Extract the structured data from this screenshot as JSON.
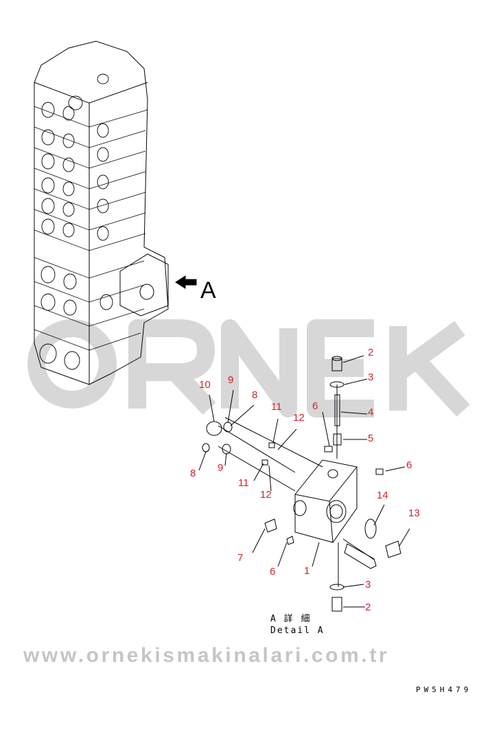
{
  "view_label": "A",
  "caption": {
    "line1": "A 詳 細",
    "line2": "Detail A"
  },
  "drawing_code": "PW5H479",
  "watermark": {
    "brand": "ORNEK",
    "url": "www.ornekismakinalari.com.tr"
  },
  "callouts": [
    "2",
    "3",
    "4",
    "5",
    "6",
    "6",
    "14",
    "13",
    "10",
    "9",
    "8",
    "11",
    "12",
    "8",
    "9",
    "11",
    "12",
    "7",
    "6",
    "1",
    "3",
    "2"
  ],
  "colors": {
    "callout": "#d2232a",
    "line": "#000000",
    "watermark": "#969696"
  }
}
